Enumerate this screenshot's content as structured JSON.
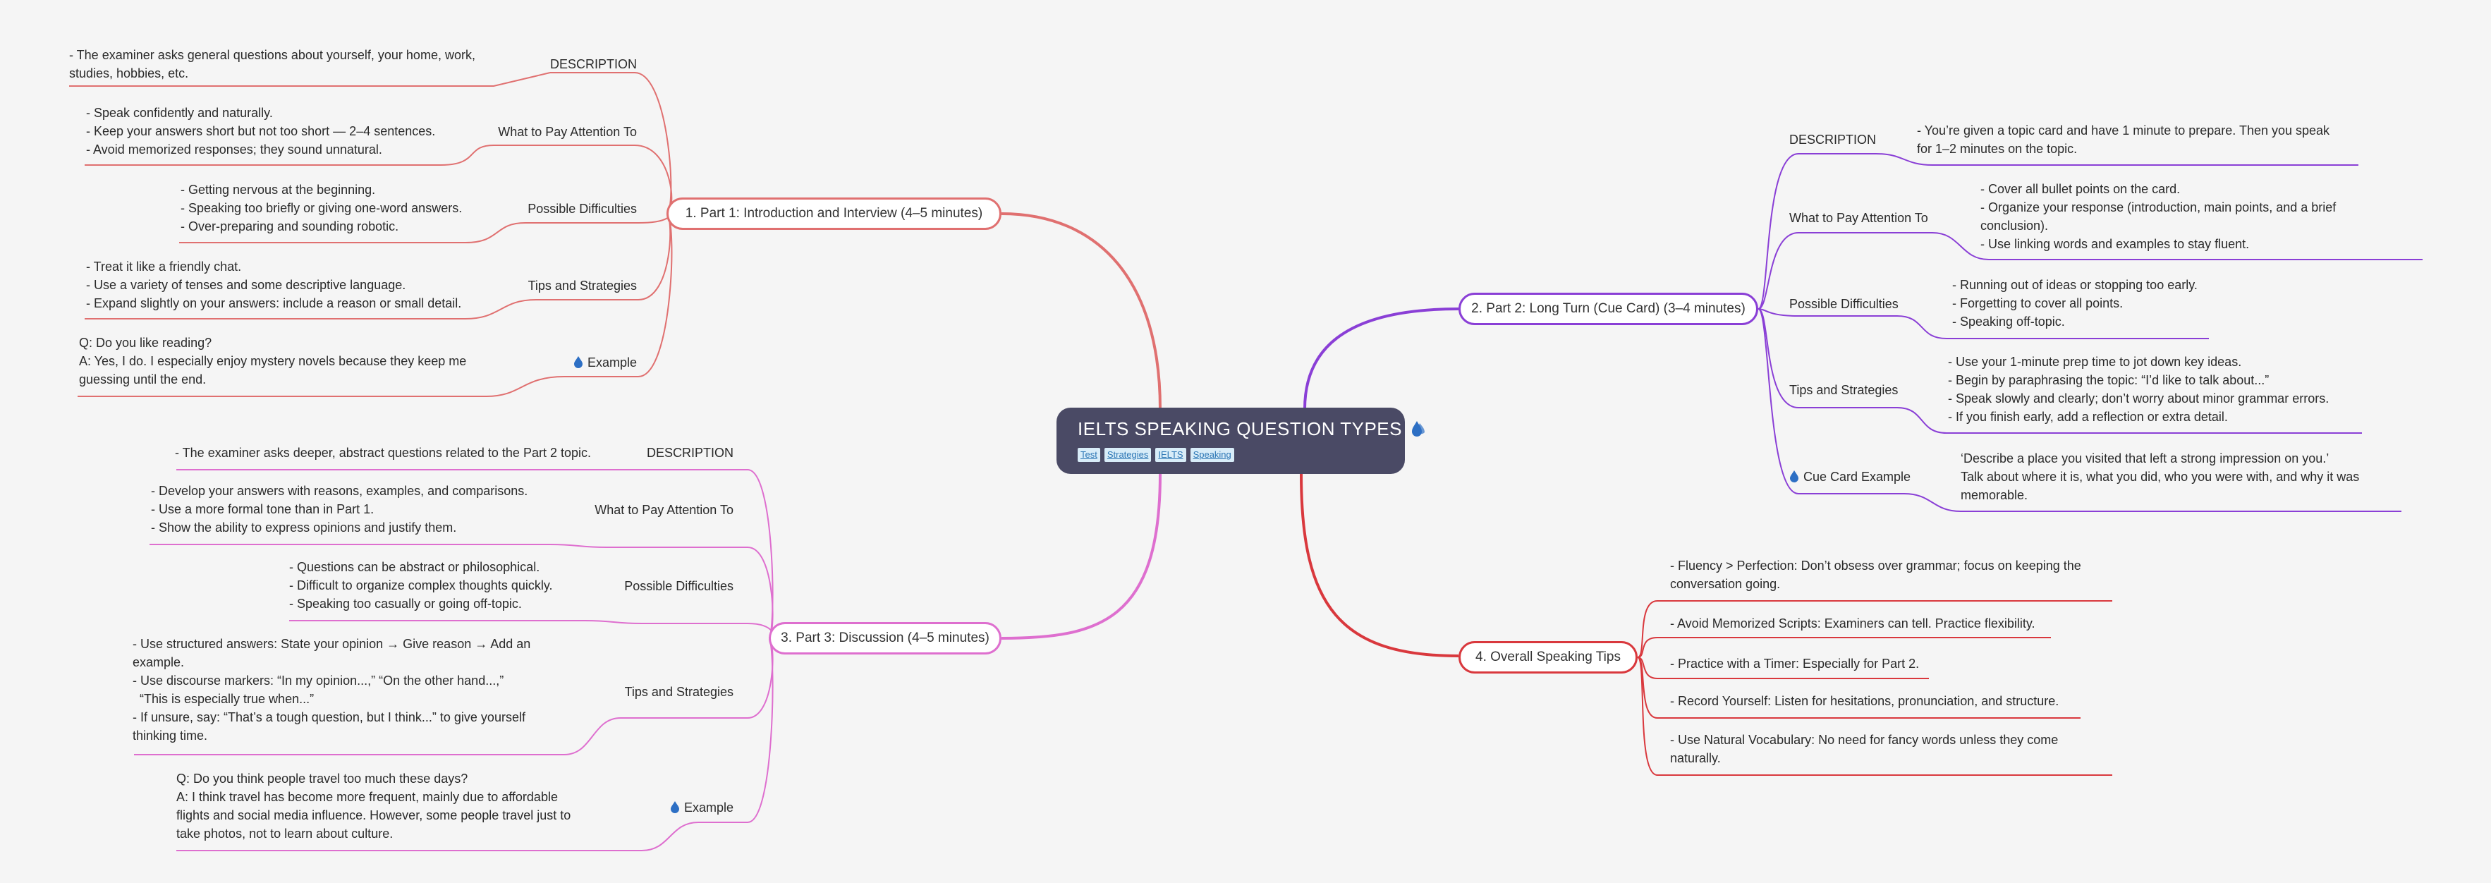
{
  "central": {
    "title": "IELTS SPEAKING QUESTION TYPES",
    "tags": [
      "Test",
      "Strategies",
      "IELTS",
      "Speaking"
    ]
  },
  "part1": {
    "title": "1. Part 1: Introduction and Interview (4–5 minutes)",
    "description": {
      "label": "DESCRIPTION",
      "lines": [
        "- The examiner asks general questions about yourself, your home, work,",
        "studies, hobbies, etc."
      ]
    },
    "attention": {
      "label": "What to Pay Attention To",
      "lines": [
        "- Speak confidently and naturally.",
        "- Keep your answers short but not too short — 2–4 sentences.",
        "- Avoid memorized responses; they sound unnatural."
      ]
    },
    "difficulties": {
      "label": "Possible Difficulties",
      "lines": [
        "- Getting nervous at the beginning.",
        "- Speaking too briefly or giving one-word answers.",
        "- Over-preparing and sounding robotic."
      ]
    },
    "tips": {
      "label": "Tips and Strategies",
      "lines": [
        "- Treat it like a friendly chat.",
        "- Use a variety of tenses and some descriptive language.",
        "- Expand slightly on your answers: include a reason or small detail."
      ]
    },
    "example": {
      "label": "Example",
      "lines": [
        "Q: Do you like reading?",
        "A: Yes, I do. I especially enjoy mystery novels because they keep me",
        "guessing until the end."
      ]
    }
  },
  "part2": {
    "title": "2. Part 2: Long Turn (Cue Card) (3–4 minutes)",
    "description": {
      "label": "DESCRIPTION",
      "lines": [
        "- You’re given a topic card and have 1 minute to prepare. Then you speak",
        "for 1–2 minutes on the topic."
      ]
    },
    "attention": {
      "label": "What to Pay Attention To",
      "lines": [
        "- Cover all bullet points on the card.",
        "- Organize your response (introduction, main points, and a brief",
        "conclusion).",
        "- Use linking words and examples to stay fluent."
      ]
    },
    "difficulties": {
      "label": "Possible Difficulties",
      "lines": [
        "- Running out of ideas or stopping too early.",
        "- Forgetting to cover all points.",
        "- Speaking off-topic."
      ]
    },
    "tips": {
      "label": "Tips and Strategies",
      "lines": [
        "- Use your 1-minute prep time to jot down key ideas.",
        "- Begin by paraphrasing the topic: “I’d like to talk about...”",
        "- Speak slowly and clearly; don’t worry about minor grammar errors.",
        "- If you finish early, add a reflection or extra detail."
      ]
    },
    "example": {
      "label": "Cue Card Example",
      "lines": [
        "‘Describe a place you visited that left a strong impression on you.’",
        "Talk about where it is, what you did, who you were with, and why it was",
        "memorable."
      ]
    }
  },
  "part3": {
    "title": "3. Part 3: Discussion (4–5 minutes)",
    "description": {
      "label": "DESCRIPTION",
      "lines": [
        "- The examiner asks deeper, abstract questions related to the Part 2 topic."
      ]
    },
    "attention": {
      "label": "What to Pay Attention To",
      "lines": [
        "- Develop your answers with reasons, examples, and comparisons.",
        "- Use a more formal tone than in Part 1.",
        "- Show the ability to express opinions and justify them."
      ]
    },
    "difficulties": {
      "label": "Possible Difficulties",
      "lines": [
        "- Questions can be abstract or philosophical.",
        "- Difficult to organize complex thoughts quickly.",
        "- Speaking too casually or going off-topic."
      ]
    },
    "tips": {
      "label": "Tips and Strategies",
      "lines": [
        "- Use structured answers: State your opinion → Give reason → Add an",
        "example.",
        "- Use discourse markers: “In my opinion...,” “On the other hand...,”",
        "“This is especially true when...”",
        "- If unsure, say: “That’s a tough question, but I think...” to give yourself",
        "thinking time."
      ]
    },
    "example": {
      "label": "Example",
      "lines": [
        "Q: Do you think people travel too much these days?",
        "A: I think travel has become more frequent, mainly due to affordable",
        "flights and social media influence. However, some people travel just to",
        "take photos, not to learn about culture."
      ]
    }
  },
  "part4": {
    "title": "4. Overall Speaking Tips",
    "tips": [
      [
        "- Fluency > Perfection: Don’t obsess over grammar; focus on keeping the",
        "conversation going."
      ],
      [
        "- Avoid Memorized Scripts: Examiners can tell. Practice flexibility."
      ],
      [
        "- Practice with a Timer: Especially for Part 2."
      ],
      [
        "- Record Yourself: Listen for hesitations, pronunciation, and structure."
      ],
      [
        "- Use Natural Vocabulary: No need for fancy words unless they come",
        "naturally."
      ]
    ]
  },
  "colors": {
    "part1": "#e07070",
    "part2": "#8a3fd6",
    "part3": "#de6fcf",
    "part4": "#d9383d",
    "central": "#4a4a65",
    "drop": "#2d6fc4"
  }
}
